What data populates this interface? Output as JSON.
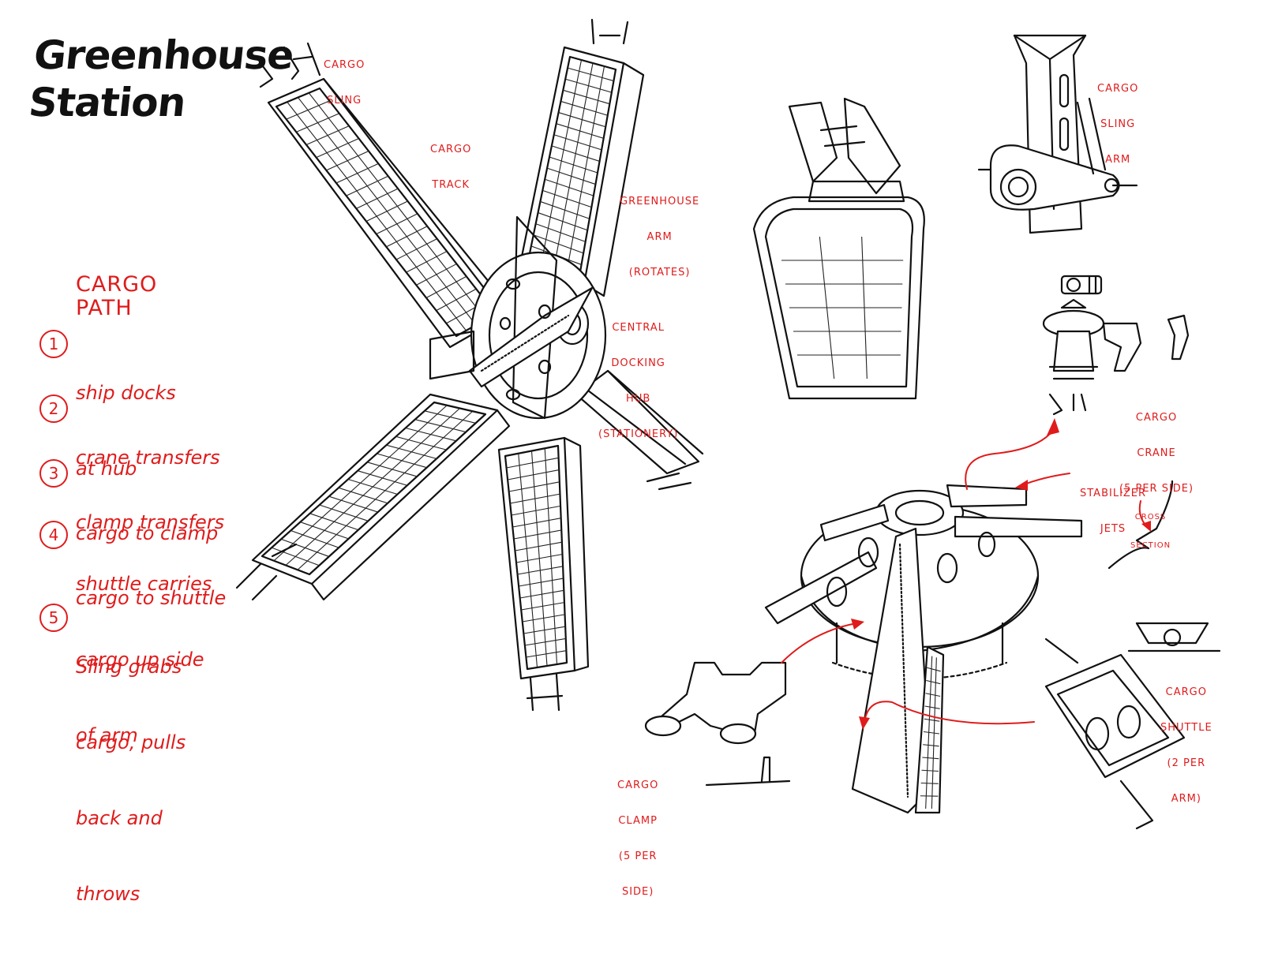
{
  "title": [
    "Greenhouse",
    "Station"
  ],
  "cargo_path": {
    "heading": [
      "CARGO",
      "PATH"
    ],
    "steps": [
      {
        "num": "1",
        "lines": [
          "ship docks",
          "at hub"
        ]
      },
      {
        "num": "2",
        "lines": [
          "crane transfers",
          "cargo to clamp"
        ]
      },
      {
        "num": "3",
        "lines": [
          "clamp transfers",
          "cargo to shuttle"
        ]
      },
      {
        "num": "4",
        "lines": [
          "shuttle carries",
          "cargo up side",
          "of arm"
        ]
      },
      {
        "num": "5",
        "lines": [
          "Sling grabs",
          "cargo, pulls",
          "back and",
          "throws"
        ]
      }
    ]
  },
  "labels": {
    "cargo_sling": [
      "CARGO",
      "SLING"
    ],
    "cargo_track": [
      "CARGO",
      "TRACK"
    ],
    "greenhouse_arm": [
      "GREENHOUSE",
      "ARM",
      "(ROTATES)"
    ],
    "central_hub": [
      "CENTRAL",
      "DOCKING",
      "HUB",
      "(STATIONERY)"
    ],
    "cargo_sling_arm": [
      "CARGO",
      "SLING",
      "ARM"
    ],
    "cargo_crane": [
      "CARGO",
      "CRANE",
      "(5 PER SIDE)"
    ],
    "stabilizer_jets": [
      "STABILIZER",
      "JETS"
    ],
    "cross_section": [
      "CROSS",
      "SECTION"
    ],
    "cargo_shuttle": [
      "CARGO",
      "SHUTTLE",
      "(2 PER",
      "ARM)"
    ],
    "cargo_clamp": [
      "CARGO",
      "CLAMP",
      "(5 PER",
      "SIDE)"
    ]
  },
  "colors": {
    "annotation": "#e01b1b",
    "ink": "#111111",
    "paper": "#ffffff"
  }
}
